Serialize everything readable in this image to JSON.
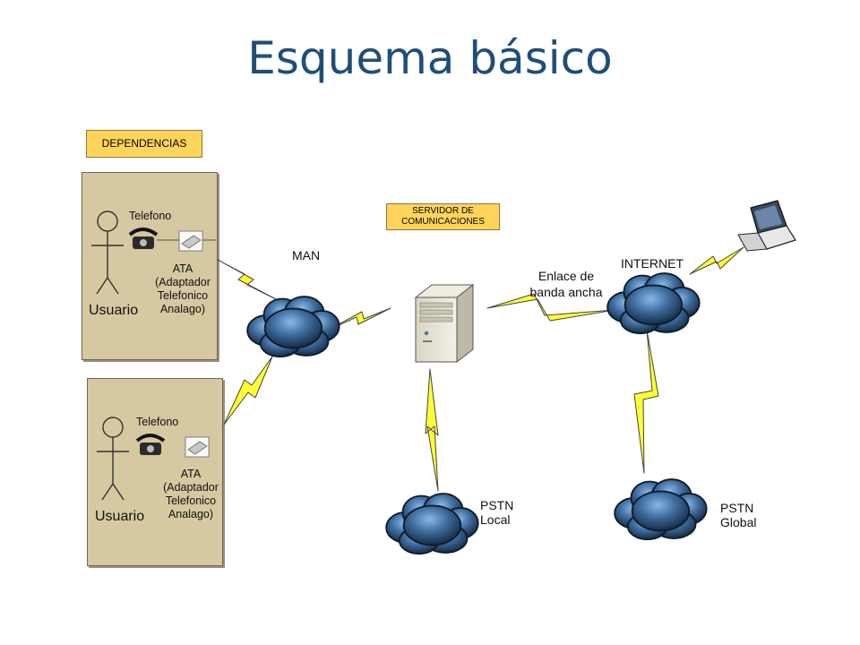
{
  "title": "Esquema básico",
  "colors": {
    "title": "#1f4e79",
    "tag_fill": "#ffd45a",
    "panel_fill": "#d6c8a0",
    "bolt_fill": "#ffff33",
    "cloud_fill": "#3f6d9e"
  },
  "labels": {
    "dependencias": "DEPENDENCIAS",
    "servidor_line1": "SERVIDOR DE",
    "servidor_line2": "COMUNICACIONES",
    "man": "MAN",
    "internet": "INTERNET",
    "enlace_line1": "Enlace de",
    "enlace_line2": "banda ancha",
    "pstn_local_line1": "PSTN",
    "pstn_local_line2": "Local",
    "pstn_global_line1": "PSTN",
    "pstn_global_line2": "Global"
  },
  "users": [
    {
      "telefono": "Telefono",
      "usuario": "Usuario",
      "ata_lines": [
        "ATA",
        "(Adaptador",
        "Telefonico",
        "Analago)"
      ]
    },
    {
      "telefono": "Telefono",
      "usuario": "Usuario",
      "ata_lines": [
        "ATA",
        "(Adaptador",
        "Telefonico",
        "Analago)"
      ]
    }
  ],
  "icons": [
    "stick-figure-icon",
    "telephone-icon",
    "ata-adapter-icon",
    "cloud-icon",
    "server-tower-icon",
    "laptop-icon",
    "lightning-link-icon"
  ]
}
